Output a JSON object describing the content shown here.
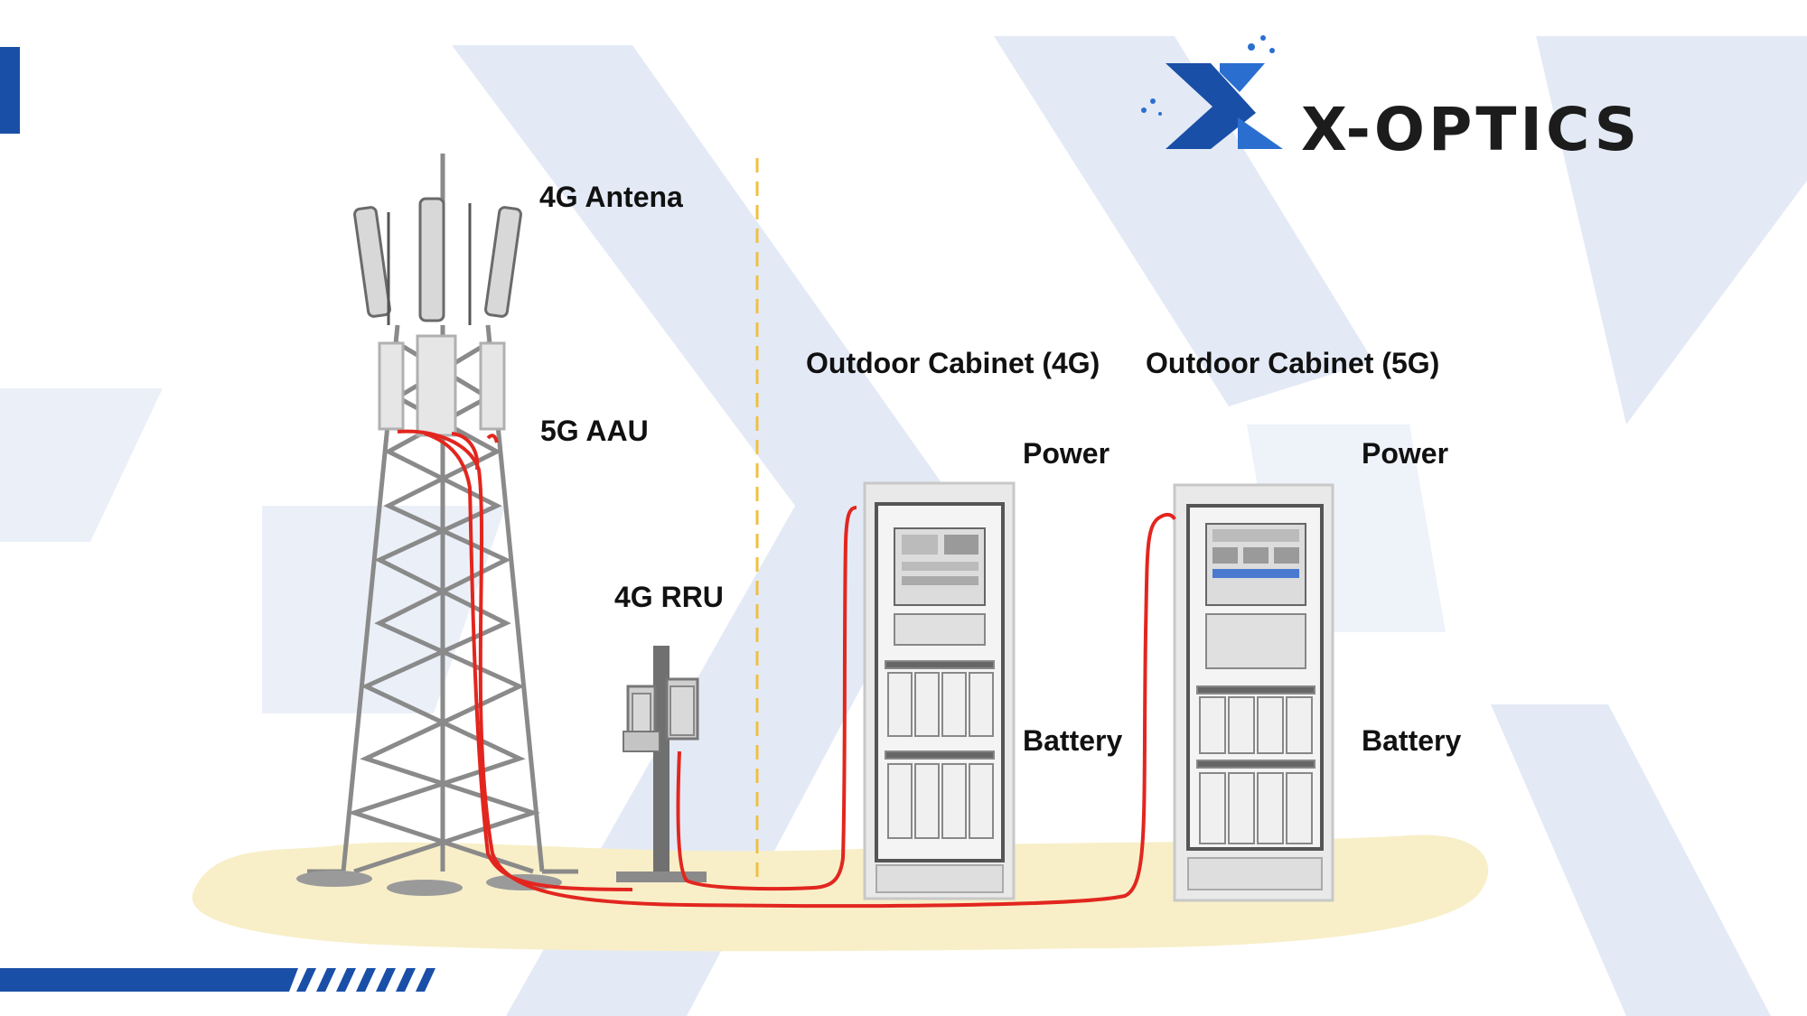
{
  "brand": {
    "name": "X-OPTICS",
    "logo_icon": "x-optics-logo-icon"
  },
  "labels": {
    "antenna_4g": "4G Antena",
    "aau_5g": "5G AAU",
    "rru_4g": "4G RRU",
    "cabinet_4g": "Outdoor Cabinet (4G)",
    "cabinet_5g": "Outdoor Cabinet (5G)",
    "power_4g": "Power",
    "power_5g": "Power",
    "battery_4g": "Battery",
    "battery_5g": "Battery"
  },
  "colors": {
    "accent_blue": "#1a4fa8",
    "cable_red": "#e2261f",
    "ground": "#f8efc8",
    "watermark": "#e3eaf5",
    "tower_steel": "#8a8a8a",
    "divider": "#f0c040"
  }
}
